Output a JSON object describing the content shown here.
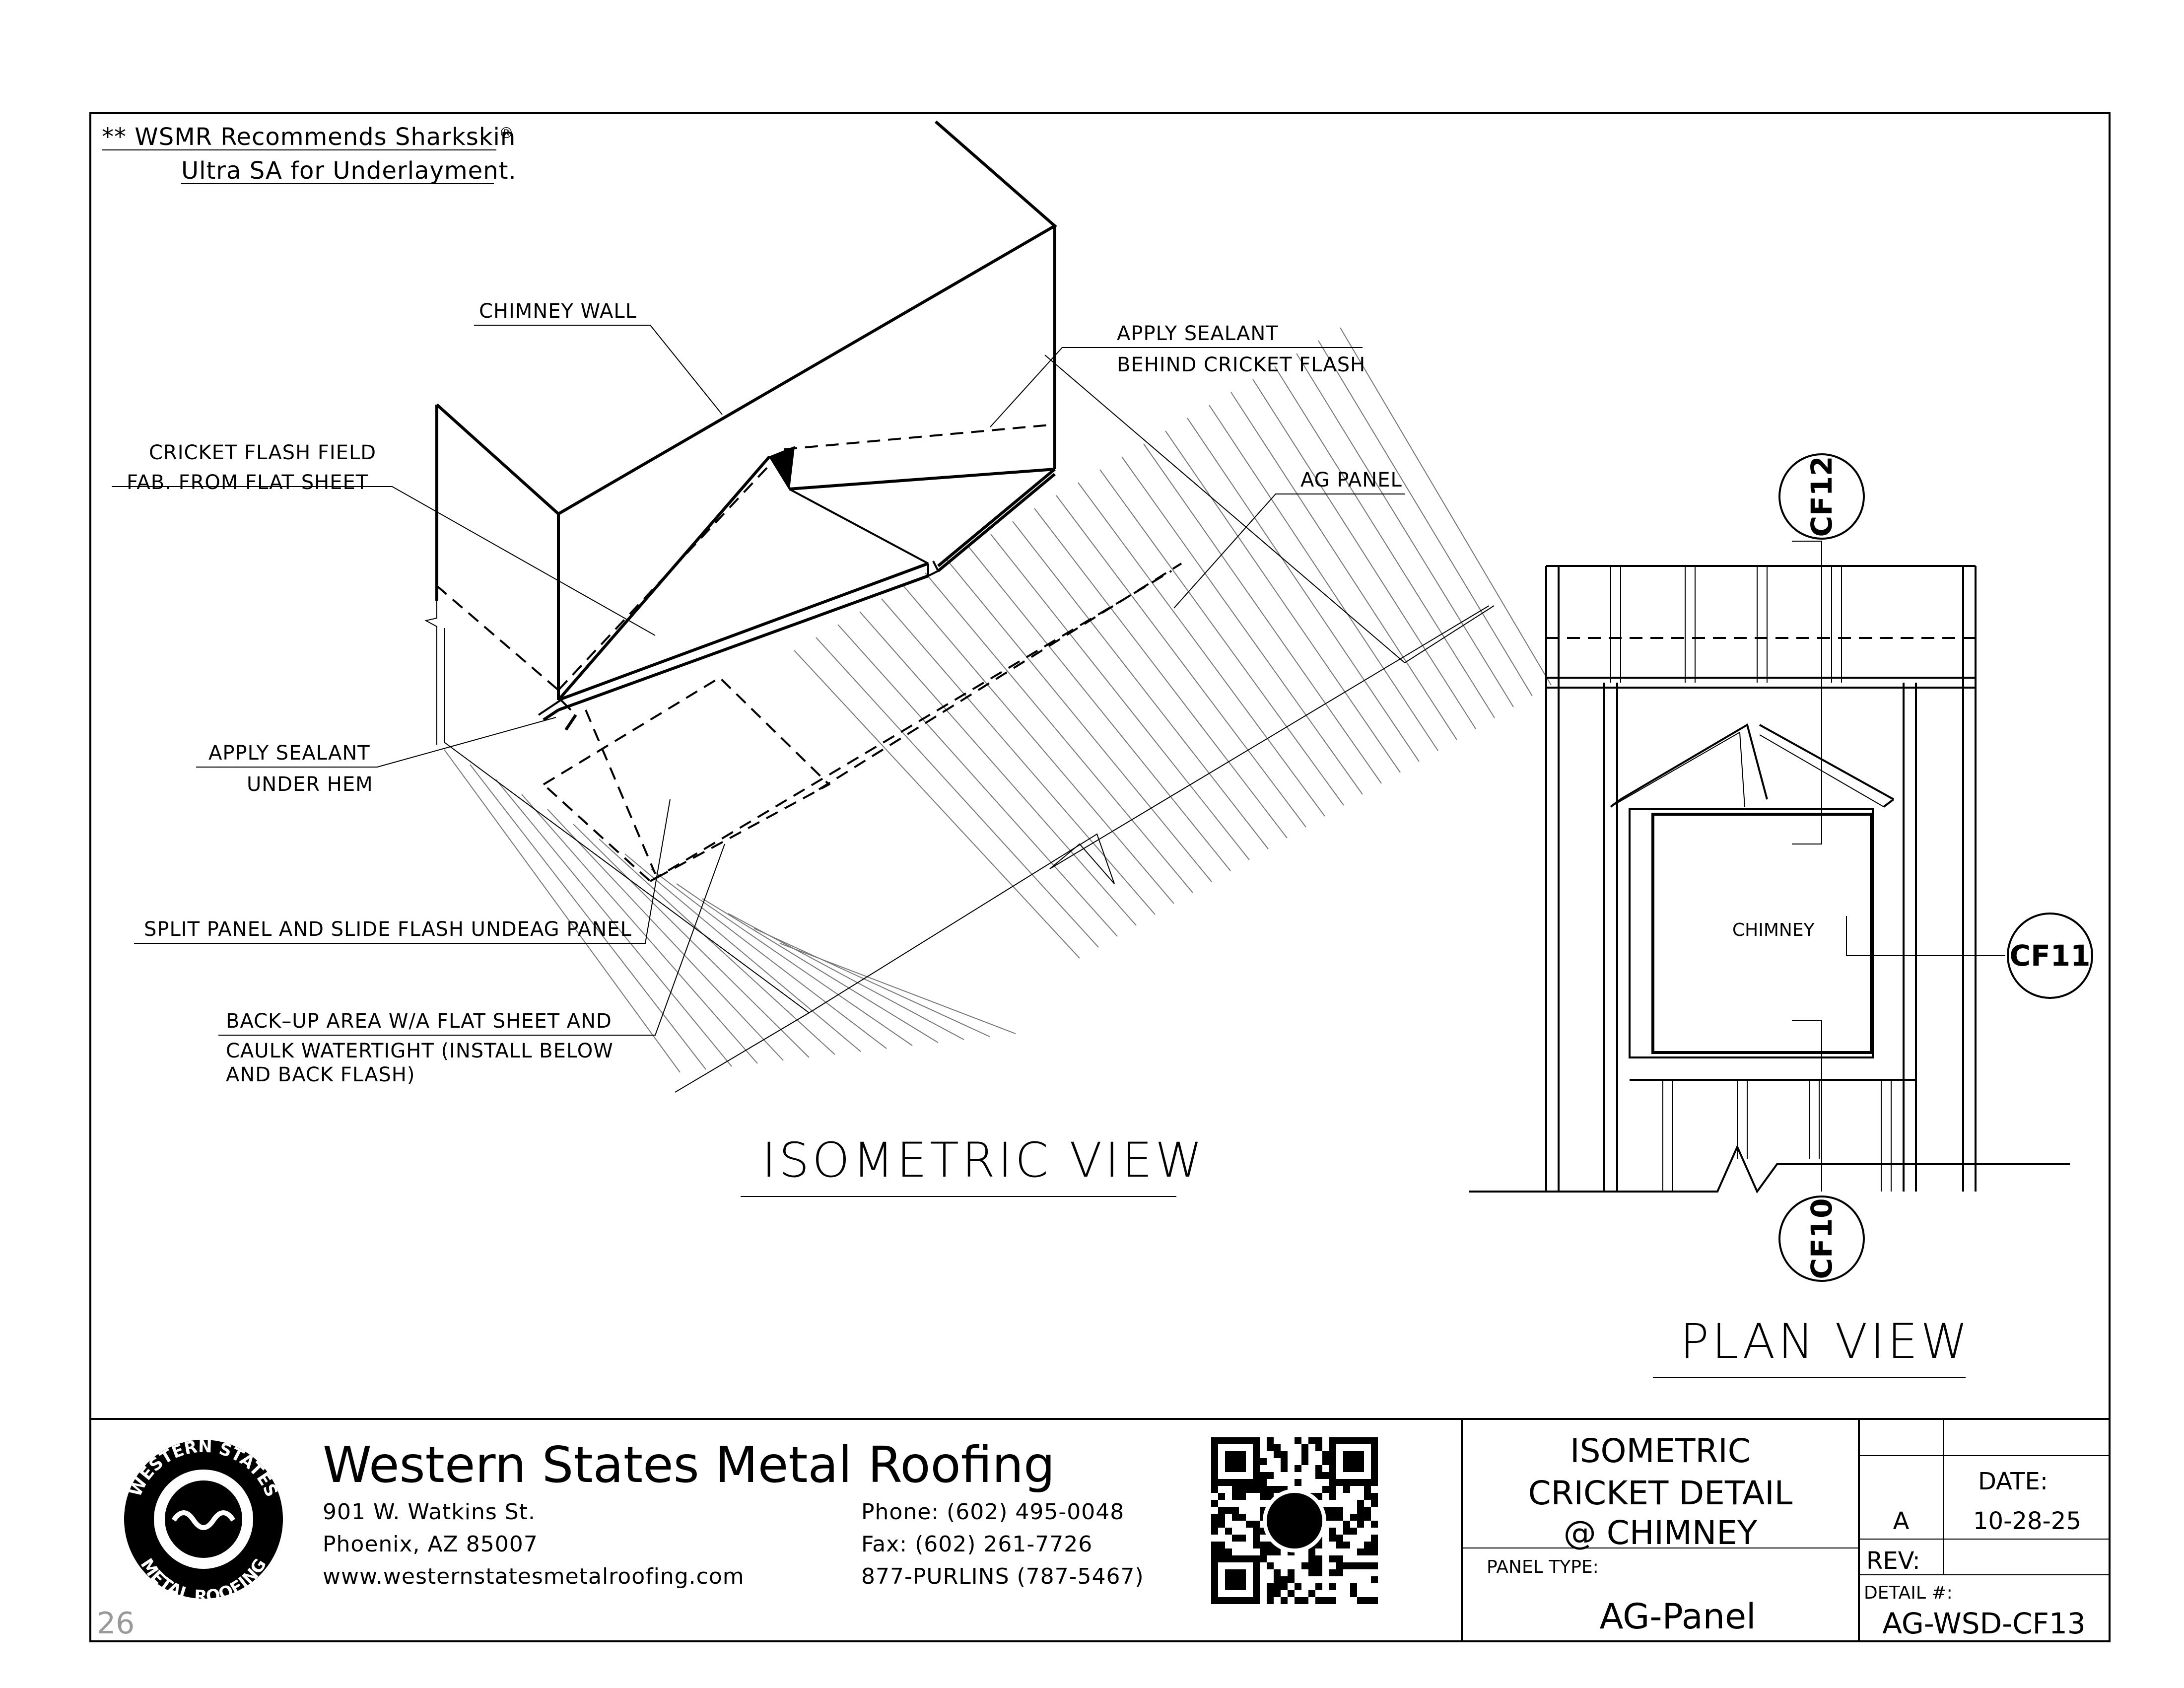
{
  "note": {
    "line1": "** WSMR Recommends Sharkskin ",
    "reg": "®",
    "line2": "Ultra SA for Underlayment."
  },
  "isometric": {
    "title": "ISOMETRIC  VIEW",
    "callouts": {
      "chimney_wall": "CHIMNEY WALL",
      "sealant_behind_1": "APPLY SEALANT",
      "sealant_behind_2": "BEHIND CRICKET FLASH",
      "cricket_field_1": "CRICKET FLASH FIELD",
      "cricket_field_2": "FAB. FROM FLAT SHEET",
      "ag_panel": "AG PANEL",
      "sealant_hem_1": "APPLY SEALANT",
      "sealant_hem_2": "UNDER HEM",
      "split_panel": "SPLIT PANEL AND SLIDE FLASH UNDEAG PANEL",
      "backup_1": "BACK–UP AREA W/A FLAT SHEET AND",
      "backup_2": "CAULK WATERTIGHT (INSTALL BELOW",
      "backup_3": "AND BACK FLASH)"
    }
  },
  "plan": {
    "title": "PLAN  VIEW",
    "chimney_label": "CHIMNEY",
    "bubbles": {
      "top": "CF12",
      "right": "CF11",
      "bottom": "CF10"
    }
  },
  "title_block": {
    "company": "Western States Metal Roofing",
    "address1": "901 W. Watkins St.",
    "address2": "Phoenix, AZ 85007",
    "website": "www.westernstatesmetalroofing.com",
    "phone": "Phone: (602) 495-0048",
    "fax": "Fax: (602) 261-7726",
    "tollfree": "877-PURLINS (787-5467)",
    "logo_text_top": "WESTERN STATES",
    "logo_text_bottom": "METAL ROOFING",
    "drawing_title_1": "ISOMETRIC",
    "drawing_title_2": "CRICKET DETAIL",
    "drawing_title_3": "@ CHIMNEY",
    "panel_type_label": "PANEL TYPE:",
    "panel_type": "AG-Panel",
    "date_label": "DATE:",
    "rev_letter": "A",
    "date": "10-28-25",
    "rev_label": "REV:",
    "detail_label": "DETAIL #:",
    "detail": "AG-WSD-CF13"
  },
  "page_number": "26"
}
